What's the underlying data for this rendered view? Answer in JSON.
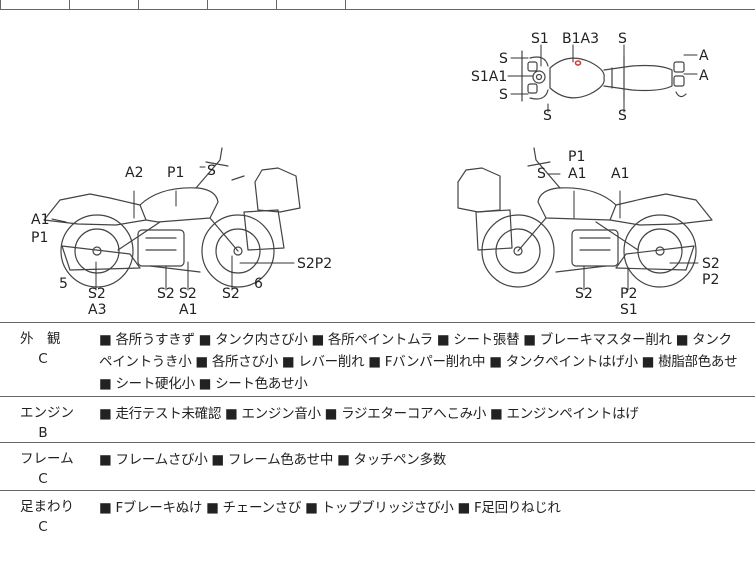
{
  "diagram": {
    "top_view_labels": {
      "s1": "S1",
      "b1a3": "B1A3",
      "s_top_right": "S",
      "s_left_upper": "S",
      "s1a1": "S1A1",
      "s_left_lower": "S",
      "s_bottom_left": "S",
      "s_bottom_right": "S",
      "a_right_upper": "A",
      "a_right_lower": "A"
    },
    "left_view_labels": {
      "a2": "A2",
      "p1s": "P1",
      "s_mirror": "S",
      "a1": "A1",
      "p1": "P1",
      "num5": "5",
      "s2_a": "S2",
      "a3": "A3",
      "s2_b": "S2",
      "s2_c": "S2",
      "a1_b": "A1",
      "s2_d": "S2",
      "num6": "6",
      "s2p2": "S2P2"
    },
    "right_view_labels": {
      "p1": "P1",
      "s": "S",
      "a1_a": "A1",
      "a1_b": "A1",
      "s2_right": "S2",
      "p2_right": "P2",
      "s2": "S2",
      "p2": "P2",
      "s1": "S1"
    }
  },
  "sections": [
    {
      "category": "外　観",
      "grade": "C",
      "description": "■ 各所うすきず ■ タンク内さび小 ■ 各所ペイントムラ ■ シート張替 ■ ブレーキマスター削れ ■ タンクペイントうき小 ■ 各所さび小 ■ レバー削れ ■ Fバンパー削れ中 ■ タンクペイントはげ小 ■ 樹脂部色あせ ■ シート硬化小 ■ シート色あせ小"
    },
    {
      "category": "エンジン",
      "grade": "B",
      "description": "■ 走行テスト未確認 ■ エンジン音小 ■ ラジエターコアへこみ小 ■ エンジンペイントはげ"
    },
    {
      "category": "フレーム",
      "grade": "C",
      "description": "■ フレームさび小 ■ フレーム色あせ中 ■ タッチペン多数"
    },
    {
      "category": "足まわり",
      "grade": "C",
      "description": "■ Fブレーキぬけ ■ チェーンさび ■ トップブリッジさび小 ■ F足回りねじれ"
    }
  ]
}
